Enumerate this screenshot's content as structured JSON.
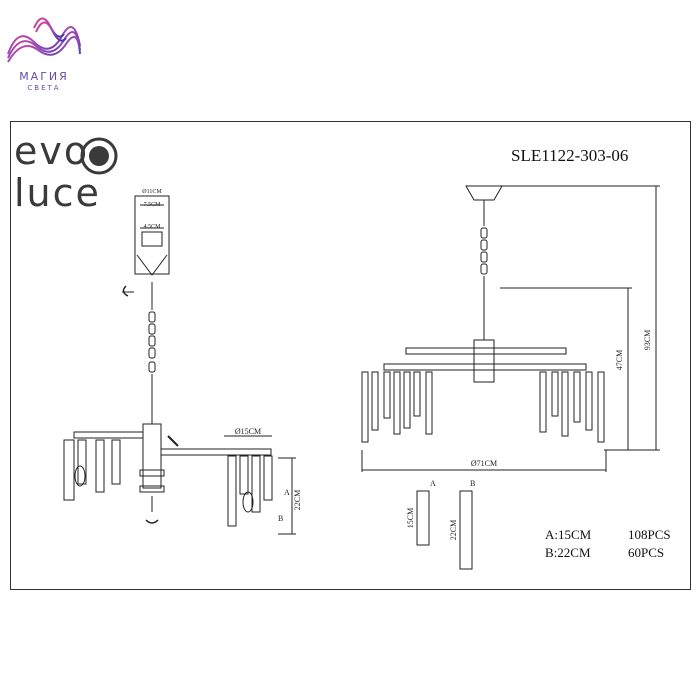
{
  "logo": {
    "magia_top": "МАГИЯ",
    "magia_bottom": "СВЕТА",
    "brand_line1": "evo",
    "brand_line2": "luce"
  },
  "model_number": "SLE1122-303-06",
  "dimensions": {
    "canopy_diameter": "Ø11CM",
    "inner_75": "7.5CM",
    "inner_45": "4.5CM",
    "arm_width": "Ø15CM",
    "height_22": "22CM",
    "total_diameter": "Ø71CM",
    "height_47": "47CM",
    "height_93": "93CM",
    "label_a_side": "A",
    "label_b_side": "B"
  },
  "crystals": {
    "a_label": "A",
    "b_label": "B",
    "a_height": "15CM",
    "b_height": "22CM",
    "spec_a": "A:15CM",
    "spec_b": "B:22CM",
    "count_a": "108PCS",
    "count_b": "60PCS"
  },
  "colors": {
    "frame": "#333333",
    "logo_gradient_start": "#e0418a",
    "logo_gradient_end": "#3a3aa8",
    "logo_text": "#6a4aa8"
  }
}
